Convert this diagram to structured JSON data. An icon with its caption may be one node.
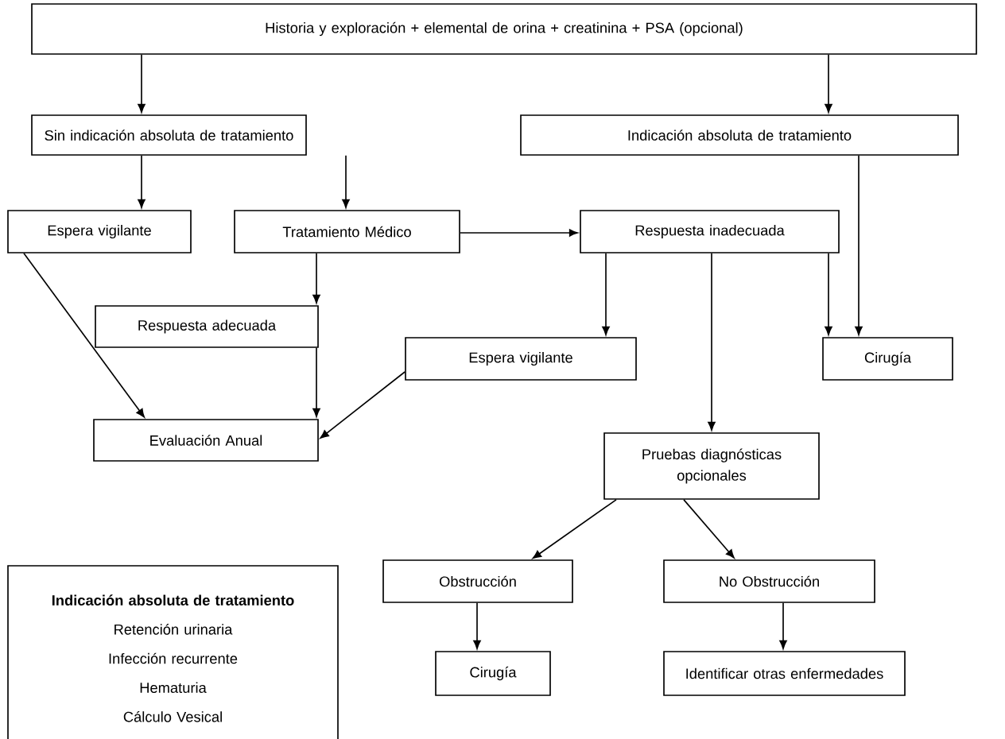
{
  "diagram": {
    "nodes": [
      {
        "text": [
          "Historia y exploración + elemental de orina + creatinina + PSA (opcional)"
        ]
      },
      {
        "text": [
          "Sin indicación absoluta de tratamiento"
        ]
      },
      {
        "text": [
          "Indicación absoluta de tratamiento"
        ]
      },
      {
        "text": [
          "Espera vigilante"
        ]
      },
      {
        "text": [
          "Tratamiento Médico"
        ]
      },
      {
        "text": [
          "Respuesta inadecuada"
        ]
      },
      {
        "text": [
          "Respuesta adecuada"
        ]
      },
      {
        "text": [
          "Espera vigilante"
        ]
      },
      {
        "text": [
          "Cirugía"
        ]
      },
      {
        "text": [
          "Evaluación Anual"
        ]
      },
      {
        "text": [
          "Pruebas diagnósticas opcionales"
        ]
      },
      {
        "text": [
          "Obstrucción"
        ]
      },
      {
        "text": [
          "No Obstrucción"
        ]
      },
      {
        "text": [
          "Cirugía"
        ]
      },
      {
        "text": [
          "Identificar otras enfermedades"
        ]
      },
      {
        "text": [
          "Indicación absoluta de tratamiento",
          "Retención urinaria",
          "Infección recurrente",
          "Hematuria",
          "Cálculo Vesical"
        ]
      }
    ],
    "edges": [
      {
        "from": 0,
        "to": 1,
        "arrow": "to"
      },
      {
        "from": 0,
        "to": 2,
        "arrow": "to"
      },
      {
        "from": 1,
        "to": 3,
        "arrow": "to"
      },
      {
        "from": 1,
        "to": 4,
        "arrow": "to"
      },
      {
        "from": 4,
        "to": 5,
        "arrow": "to"
      },
      {
        "from": 4,
        "to": 6,
        "arrow": "to"
      },
      {
        "from": 5,
        "to": 7,
        "arrow": "to"
      },
      {
        "from": 5,
        "to": 10,
        "arrow": "to"
      },
      {
        "from": 5,
        "to": 8,
        "arrow": "to"
      },
      {
        "from": 2,
        "to": 8,
        "arrow": "to"
      },
      {
        "from": 3,
        "to": 9,
        "arrow": "to"
      },
      {
        "from": 6,
        "to": 9,
        "arrow": "to"
      },
      {
        "from": 7,
        "to": 9,
        "arrow": "to"
      },
      {
        "from": 10,
        "to": 11,
        "arrow": "to"
      },
      {
        "from": 10,
        "to": 12,
        "arrow": "to"
      },
      {
        "from": 11,
        "to": 13,
        "arrow": "to"
      },
      {
        "from": 12,
        "to": 14,
        "arrow": "to"
      }
    ]
  }
}
